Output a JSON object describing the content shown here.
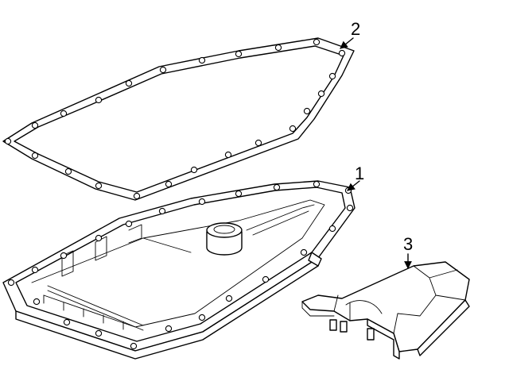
{
  "diagram": {
    "parts": [
      {
        "id": "pan",
        "callout": "1"
      },
      {
        "id": "gasket",
        "callout": "2"
      },
      {
        "id": "filter",
        "callout": "3"
      }
    ]
  }
}
